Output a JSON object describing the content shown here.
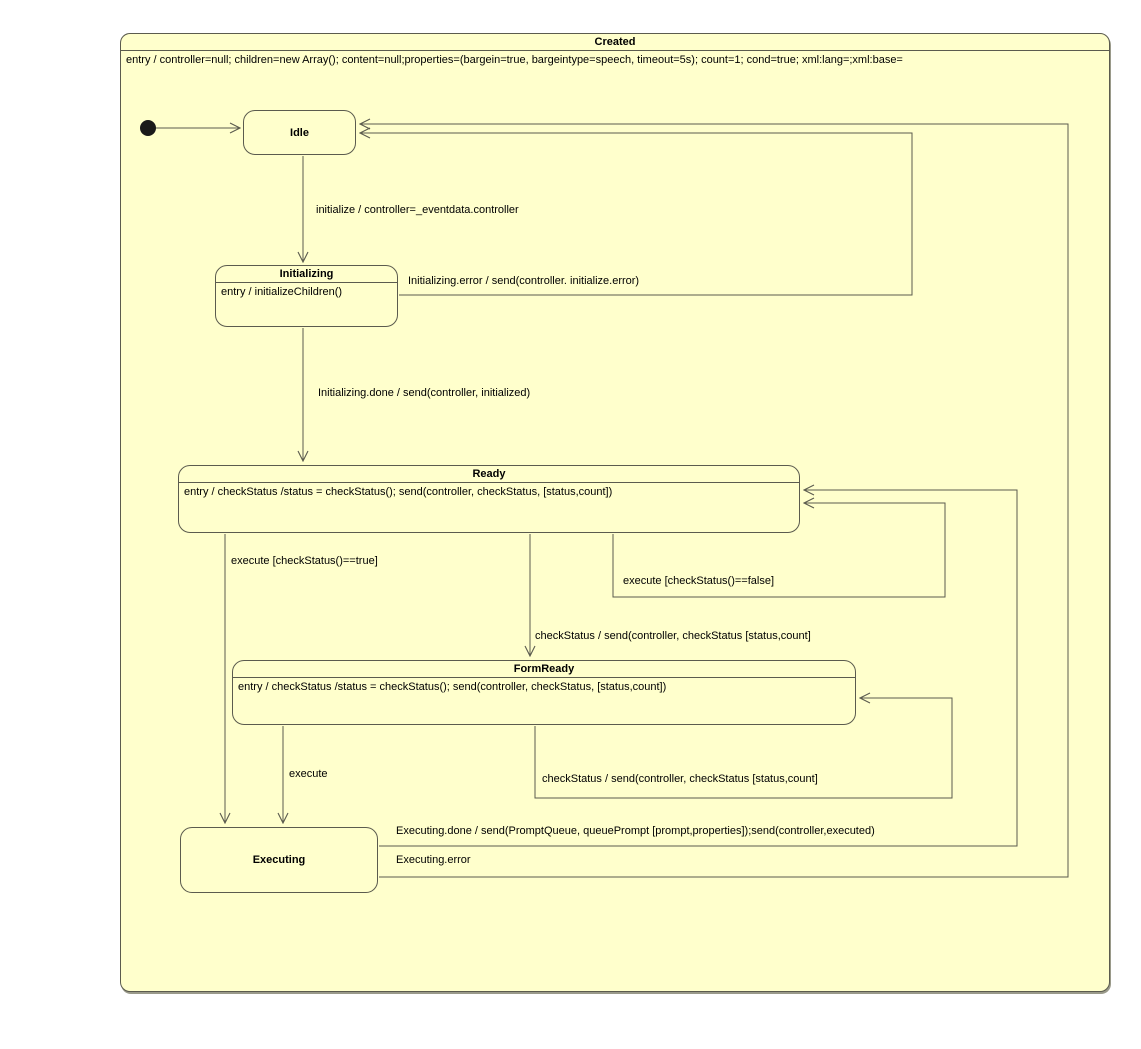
{
  "diagram": {
    "outer_state": {
      "title": "Created",
      "entry": "entry / controller=null; children=new Array(); content=null;properties=(bargein=true, bargeintype=speech, timeout=5s); count=1; cond=true; xml:lang=;xml:base="
    },
    "states": [
      {
        "name": "Idle",
        "entry": ""
      },
      {
        "name": "Initializing",
        "entry": "entry / initializeChildren()"
      },
      {
        "name": "Ready",
        "entry": "entry / checkStatus /status = checkStatus(); send(controller, checkStatus, [status,count])"
      },
      {
        "name": "FormReady",
        "entry": "entry / checkStatus /status = checkStatus(); send(controller, checkStatus, [status,count])"
      },
      {
        "name": "Executing",
        "entry": ""
      }
    ],
    "transitions": {
      "initialize": "initialize / controller=_eventdata.controller",
      "initializing_error": "Initializing.error / send(controller. initialize.error)",
      "initializing_done": "Initializing.done / send(controller, initialized)",
      "execute_true": "execute [checkStatus()==true]",
      "execute_false": "execute [checkStatus()==false]",
      "ready_checkstatus": "checkStatus / send(controller, checkStatus [status,count]",
      "formready_checkstatus": "checkStatus / send(controller, checkStatus [status,count]",
      "execute_plain": "execute",
      "executing_done": "Executing.done / send(PromptQueue, queuePrompt [prompt,properties]);send(controller,executed)",
      "executing_error": "Executing.error"
    },
    "colors": {
      "fill": "#FFFFCC",
      "border": "#5B5B4E",
      "text": "#000000"
    }
  }
}
